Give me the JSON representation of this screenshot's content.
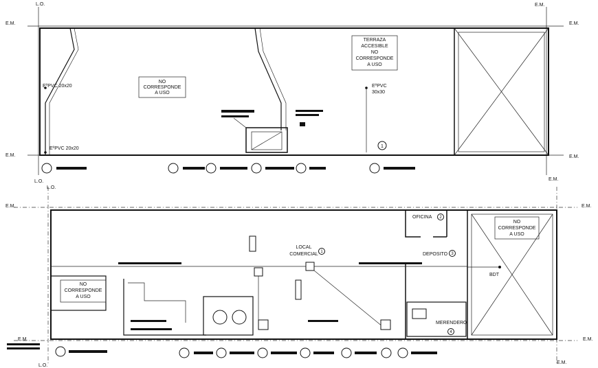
{
  "axis_labels": {
    "lo": "L.O.",
    "em": "E.M."
  },
  "top_plan": {
    "box_no_uso": [
      "NO",
      "CORRESPONDE",
      "A USO"
    ],
    "box_terraza": [
      "TERRAZA",
      "ACCESIBLE",
      "NO",
      "CORRESPONDE",
      "A USO"
    ],
    "pipe_left_top": "EºPVC 20x20",
    "pipe_left_bottom": "EºPVC 20x20",
    "pipe_right": [
      "EºPVC",
      "30x30"
    ],
    "marker_1": "1"
  },
  "bottom_plan": {
    "oficina": "OFICINA",
    "oficina_num": "2",
    "local": [
      "LOCAL",
      "COMERCIAL"
    ],
    "local_num": "1",
    "deposito": "DEPOSITO",
    "deposito_num": "3",
    "box_right": [
      "NO",
      "CORRESPONDE",
      "A USO"
    ],
    "box_left": [
      "NO",
      "CORRESPONDE",
      "A USO"
    ],
    "bdt": "BDT",
    "merendero": "MERENDERO",
    "merendero_num": "4"
  },
  "colors": {
    "line": "#111111",
    "background": "#ffffff"
  }
}
